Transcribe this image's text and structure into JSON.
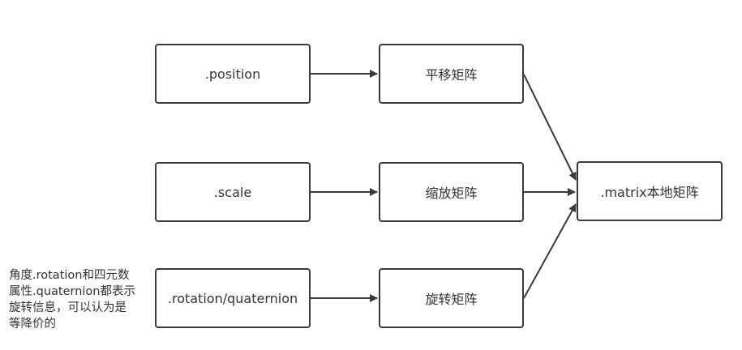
{
  "diagram": {
    "nodes": {
      "position": ".position",
      "translate_matrix": "平移矩阵",
      "scale": ".scale",
      "scale_matrix": "缩放矩阵",
      "rotation": ".rotation/quaternion",
      "rotation_matrix": "旋转矩阵",
      "local_matrix": ".matrix本地矩阵"
    },
    "note": "角度.rotation和四元数\n属性.quaternion都表示\n旋转信息，可以认为是\n等降价的",
    "edges": [
      {
        "from": "position",
        "to": "translate_matrix"
      },
      {
        "from": "scale",
        "to": "scale_matrix"
      },
      {
        "from": "rotation",
        "to": "rotation_matrix"
      },
      {
        "from": "translate_matrix",
        "to": "local_matrix"
      },
      {
        "from": "scale_matrix",
        "to": "local_matrix"
      },
      {
        "from": "rotation_matrix",
        "to": "local_matrix"
      }
    ],
    "colors": {
      "stroke": "#3a3a3a",
      "text": "#333333",
      "background": "#ffffff"
    }
  }
}
